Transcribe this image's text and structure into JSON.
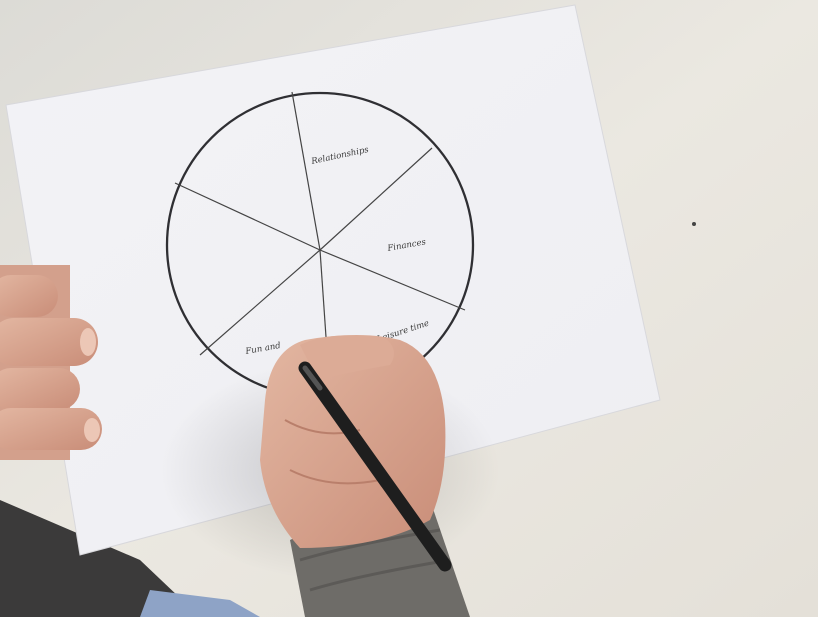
{
  "scene": {
    "description_type": "photo",
    "colors": {
      "table": "#e9e6df",
      "paper": "#f6f6f8",
      "ink": "#2c2c2c",
      "skin": "#d9a892",
      "sleeve": "#6e6c68",
      "pen": "#1e1e1e"
    }
  },
  "wheel": {
    "segments": [
      {
        "label": "Relationships"
      },
      {
        "label": "Finances"
      },
      {
        "label": "Leisure time"
      },
      {
        "label": "Fun and"
      },
      {
        "label": ""
      },
      {
        "label": ""
      }
    ]
  }
}
